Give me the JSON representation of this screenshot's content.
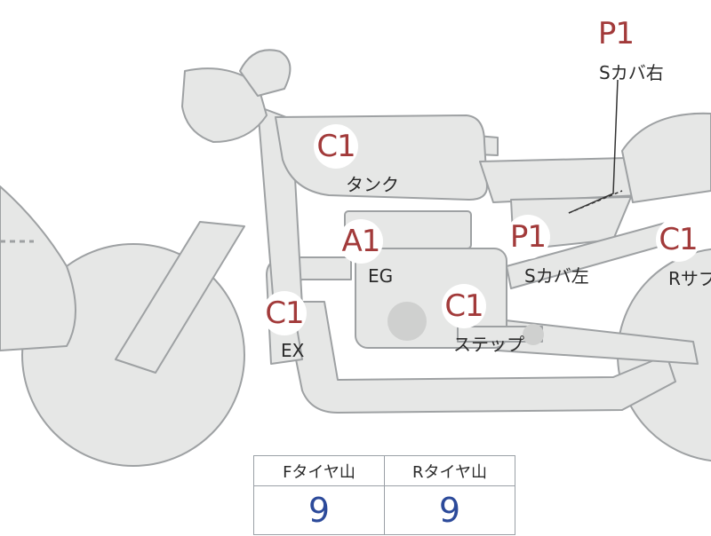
{
  "badges": {
    "p1_right": "P1",
    "c1_tank": "C1",
    "a1_engine": "A1",
    "p1_left": "P1",
    "c1_rear": "C1",
    "c1_exhaust": "C1",
    "c1_step": "C1"
  },
  "parts": {
    "side_cover_right": "Sカバ右",
    "tank": "タンク",
    "engine": "EG",
    "side_cover_left": "Sカバ左",
    "rear_sub": "Rサブ",
    "exhaust": "EX",
    "step": "ステップ"
  },
  "tire_tread": {
    "headers": [
      "Fタイヤ山",
      "Rタイヤ山"
    ],
    "values": [
      "9",
      "9"
    ]
  },
  "colors": {
    "body_fill": "#e6e7e6",
    "outline": "#9ea1a3",
    "badge_text": "#a23a3a",
    "value_text": "#2c4a9a"
  }
}
